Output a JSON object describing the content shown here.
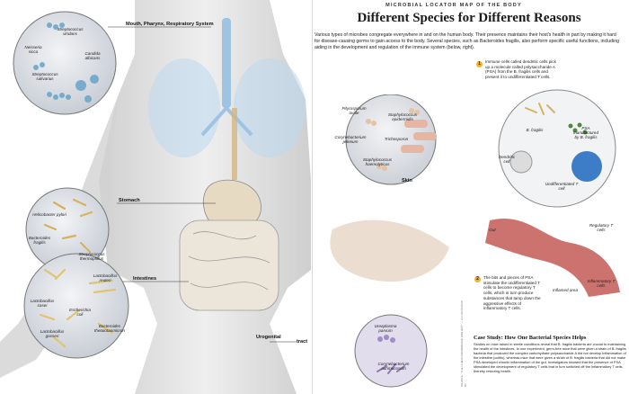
{
  "header": {
    "tag": "MICROBIAL LOCATOR MAP OF THE BODY",
    "title": "Different Species for Different Reasons",
    "intro": "Various types of microbes congregate everywhere in and on the human body. Their presence maintains their host's health in part by making it hard for disease-causing germs to gain access to the body. Several species, such as Bacteroides fragilis, also perform specific useful functions, including aiding in the development and regulation of the immune system (below, right)."
  },
  "regions": {
    "mouth": "Mouth, Pharynx, Respiratory System",
    "stomach": "Stomach",
    "intestines": "Intestines",
    "skin": "Skin",
    "urogenital_a": "Urogenital",
    "urogenital_b": "tract"
  },
  "species": {
    "mouth": [
      "Streptococcus viridans",
      "Neisseria sicca",
      "Candida albicans",
      "Streptococcus salivarius"
    ],
    "stomach": [
      "Helicobacter pylori"
    ],
    "intestines": [
      "Bacteroides fragilis",
      "Streptococcus thermophilus",
      "Lactobacillus reuteri",
      "Lactobacillus casei",
      "Escherichia coli",
      "Lactobacillus gasseri",
      "Bacteroides thetaiotaomicron"
    ],
    "skin": [
      "Pityrosporum ovale",
      "Staphylococcus epidermidis",
      "Corynebacterium jeikeium",
      "Trichosporon",
      "Staphylococcus haemolyticus"
    ],
    "urogenital": [
      "Ureaplasma parvum",
      "Corynebacterium aurimucosum"
    ]
  },
  "immune": {
    "step1_badge": "1",
    "step1": "Immune cells called dendritic cells pick up a molecule called polysaccharide A (PSA) from the B. fragilis cells and present it to undifferentiated T cells.",
    "step2_badge": "2",
    "step2": "The bits and pieces of PSA stimulate the undifferentiated T cells to become regulatory T cells, which in turn produce substances that tamp down the aggressive effects of inflammatory T cells.",
    "labels": {
      "bfragilis": "B. fragilis",
      "psa": "PSA manufactured by B. fragilis",
      "dendritic": "Dendritic cell",
      "undiff": "Undifferentiated T cell",
      "gut": "Gut",
      "regulatory": "Regulatory T cells",
      "inflamed": "Inflamed area",
      "inflammatory": "Inflammatory T cells"
    }
  },
  "case_study": {
    "title": "Case Study: How One Bacterial Species Helps",
    "body": "Studies on mice raised in sterile conditions reveal that B. fragilis bacteria are crucial to maintaining the health of the intestines. In one experiment, germ-free mice that were given a strain of B. fragilis bacteria that produced the complex carbohydrate polysaccharide A did not develop inflammation of the intestine (colitis), whereas mice that were given a strain of B. fragilis bacteria that did not make PSA developed chronic inflammation of the gut. Investigators showed that the presence of PSA stimulated the development of regulatory T cells that in turn switched off the inflammatory T cells, thereby restoring health."
  },
  "credit": "SOURCE: \"THE HUMAN MICROBIOME PROJECT\" — ILLUSTRATION BY ... ",
  "colors": {
    "bubble": "#dde2e8",
    "lung": "#bcd8ee",
    "intestine": "#e8e2d6",
    "accent": "#f2b233",
    "gut_wall": "#c45a56",
    "tcell": "#3d7cc7",
    "urogenital_bubble": "#e2ddec"
  }
}
